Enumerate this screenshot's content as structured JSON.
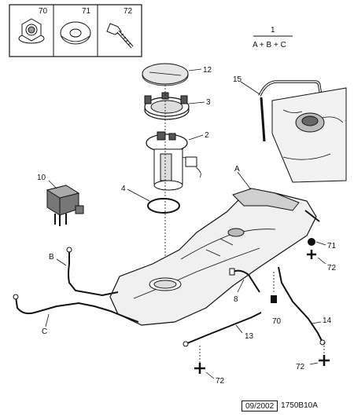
{
  "hardware_box": {
    "labels": [
      "70",
      "71",
      "72"
    ]
  },
  "legend": {
    "number": "1",
    "formula": "A + B + C"
  },
  "callouts": {
    "p12": "12",
    "p3": "3",
    "p2": "2",
    "p15": "15",
    "p10": "10",
    "p4": "4",
    "pA": "A",
    "pB": "B",
    "pC": "C",
    "p71": "71",
    "p72_right": "72",
    "p8": "8",
    "p70": "70",
    "p14": "14",
    "p13": "13",
    "p72_bottom": "72",
    "p72_lower_right": "72"
  },
  "footer": {
    "date": "09/2002",
    "code": "1750B10A"
  }
}
